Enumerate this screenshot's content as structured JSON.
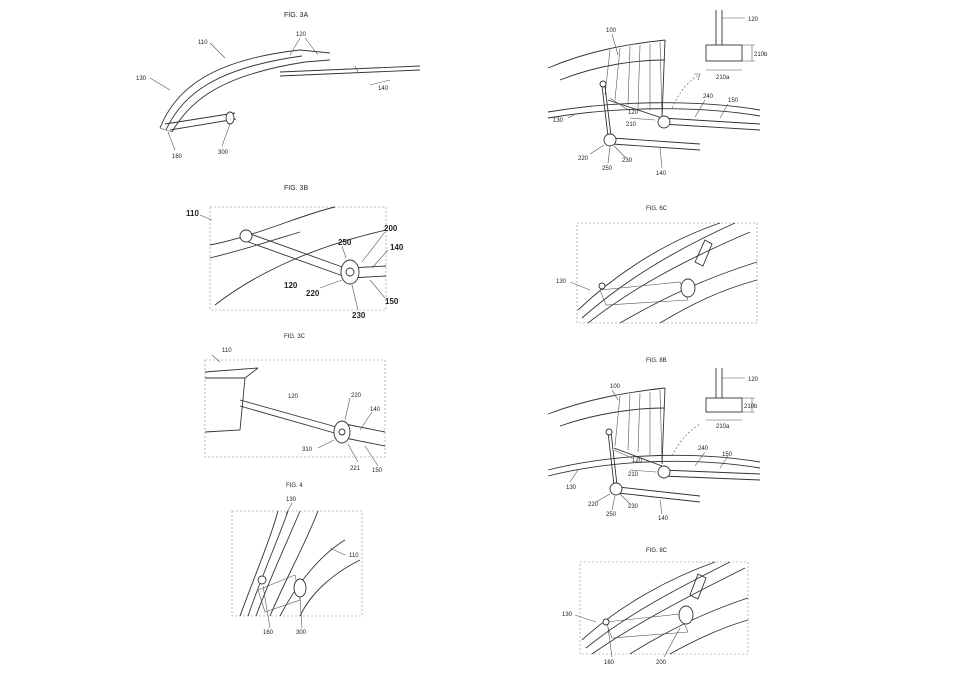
{
  "figures": {
    "fig3a": {
      "caption": "FIG. 3A",
      "refs": {
        "r110": "110",
        "r120": "120",
        "r130": "130",
        "r140": "140",
        "r160": "160",
        "r300": "300"
      }
    },
    "fig3b": {
      "caption": "FIG. 3B",
      "refs": {
        "r110": "110",
        "r120": "120",
        "r200": "200",
        "r250": "250",
        "r140": "140",
        "r220": "220",
        "r230": "230",
        "r150": "150"
      }
    },
    "fig3c": {
      "caption": "FIG. 3C",
      "refs": {
        "r110": "110",
        "r120": "120",
        "r220": "220",
        "r140": "140",
        "r310": "310",
        "r221": "221",
        "r150": "150"
      }
    },
    "fig4": {
      "caption": "FIG. 4",
      "refs": {
        "r130": "130",
        "r110": "110",
        "r160": "160",
        "r300": "300"
      }
    },
    "figtr": {
      "caption": "",
      "refs": {
        "r100": "100",
        "r120a": "120",
        "r120b": "120",
        "r210b": "210b",
        "r210a": "210a",
        "r240": "240",
        "r150": "150",
        "r210": "210",
        "r130": "130",
        "r220": "220",
        "r230": "230",
        "r250": "250",
        "r140": "140"
      }
    },
    "fig6c": {
      "caption": "FIG. 6C",
      "refs": {
        "r130": "130"
      }
    },
    "fig8b": {
      "caption": "FIG. 8B",
      "refs": {
        "r100": "100",
        "r120a": "120",
        "r120b": "120",
        "r210b": "210b",
        "r210a": "210a",
        "r240": "240",
        "r150": "150",
        "r210": "210",
        "r130": "130",
        "r220": "220",
        "r230": "230",
        "r250": "250",
        "r140": "140"
      }
    },
    "fig8c": {
      "caption": "FIG. 8C",
      "refs": {
        "r130": "130",
        "r160": "160",
        "r200": "200"
      }
    }
  }
}
